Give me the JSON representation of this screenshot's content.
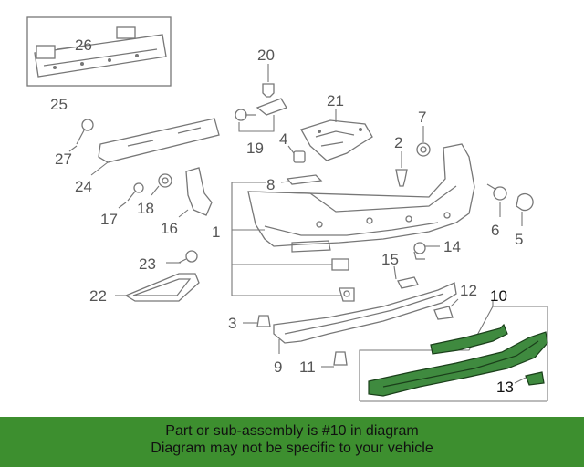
{
  "callouts": {
    "c1": "1",
    "c2": "2",
    "c3": "3",
    "c4": "4",
    "c5": "5",
    "c6": "6",
    "c7": "7",
    "c8": "8",
    "c9": "9",
    "c10": "10",
    "c11": "11",
    "c12": "12",
    "c13": "13",
    "c14": "14",
    "c15": "15",
    "c16": "16",
    "c17": "17",
    "c18": "18",
    "c19": "19",
    "c20": "20",
    "c21": "21",
    "c22": "22",
    "c23": "23",
    "c24": "24",
    "c25": "25",
    "c26": "26",
    "c27": "27"
  },
  "highlight_color": "#3d8f2f",
  "banner": {
    "line1": "Part or sub-assembly is #10 in diagram",
    "line2": "Diagram may not be specific to your vehicle"
  }
}
